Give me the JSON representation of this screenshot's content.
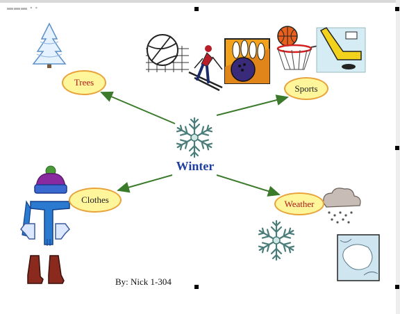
{
  "diagram": {
    "center": "Winter",
    "nodes": {
      "trees": "Trees",
      "sports": "Sports",
      "clothes": "Clothes",
      "weather": "Weather"
    },
    "credit": "By: Nick 1-304"
  },
  "colors": {
    "oval_fill": "#fff59a",
    "oval_border": "#e8a23a",
    "arrow": "#3a7a2a",
    "center_text": "#1f3fa0",
    "node_text": "#b01818"
  },
  "icons": [
    "pine-tree-icon",
    "volleyball-icon",
    "skier-icon",
    "bowling-icon",
    "basketball-hoop-icon",
    "hockey-stick-icon",
    "snowflake-icon",
    "winter-hat-icon",
    "scarf-icon",
    "mittens-icon",
    "boots-icon",
    "snow-cloud-icon",
    "weather-map-icon"
  ]
}
